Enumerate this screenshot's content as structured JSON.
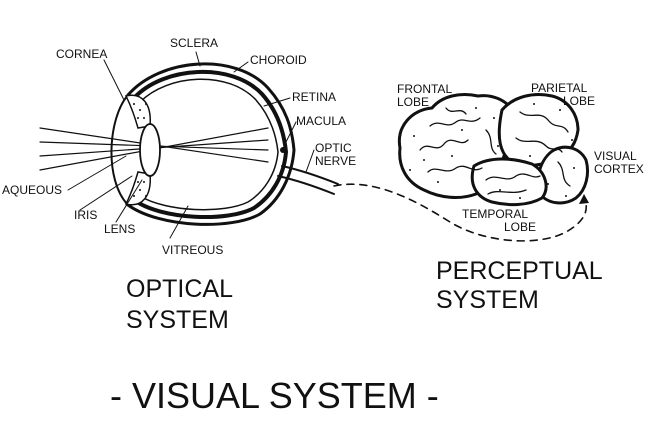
{
  "title": "- VISUAL SYSTEM -",
  "sections": {
    "optical": [
      "OPTICAL",
      "SYSTEM"
    ],
    "perceptual": [
      "PERCEPTUAL",
      "SYSTEM"
    ]
  },
  "eye_labels": {
    "cornea": "CORNEA",
    "sclera": "SCLERA",
    "choroid": "CHOROID",
    "retina": "RETINA",
    "macula": "MACULA",
    "optic_nerve": [
      "OPTIC",
      "NERVE"
    ],
    "aqueous": "AQUEOUS",
    "iris": "IRIS",
    "lens": "LENS",
    "vitreous": "VITREOUS"
  },
  "brain_labels": {
    "frontal_lobe": [
      "FRONTAL",
      "LOBE"
    ],
    "parietal_lobe": [
      "PARIETAL",
      "LOBE"
    ],
    "visual_cortex": [
      "VISUAL",
      "CORTEX"
    ],
    "temporal_lobe": [
      "TEMPORAL",
      "LOBE"
    ]
  },
  "colors": {
    "ink": "#111111",
    "background": "#ffffff"
  }
}
